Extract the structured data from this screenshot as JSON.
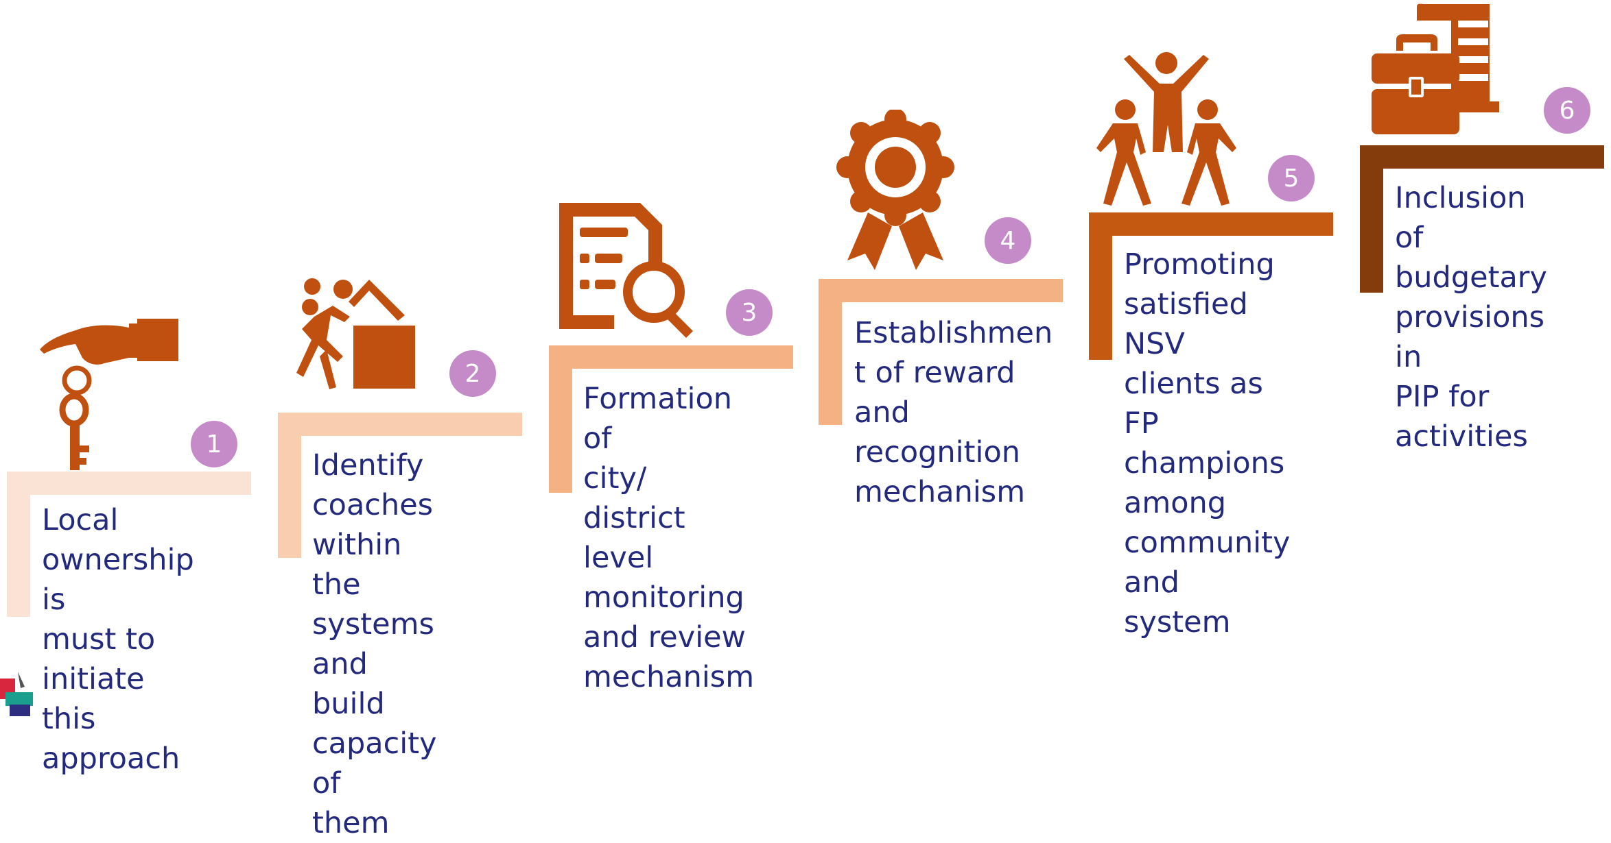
{
  "steps": [
    {
      "number": "1",
      "label": "Local\nownership is\nmust to\ninitiate this\napproach",
      "color": "#fae3d5",
      "icon": "key-hand-icon"
    },
    {
      "number": "2",
      "label": "Identify\ncoaches\nwithin the\nsystems and\nbuild\ncapacity of\nthem",
      "color": "#f8cdb0",
      "icon": "coach-climb-icon"
    },
    {
      "number": "3",
      "label": "Formation of\ncity/ district\nlevel\nmonitoring\nand review\nmechanism",
      "color": "#f4b184",
      "icon": "document-search-icon"
    },
    {
      "number": "4",
      "label": "Establishmen\nt of reward\nand\nrecognition\nmechanism",
      "color": "#f4b184",
      "icon": "award-ribbon-icon"
    },
    {
      "number": "5",
      "label": "Promoting\nsatisfied NSV\nclients as FP\nchampions\namong\ncommunity\nand system",
      "color": "#c45911",
      "icon": "champions-people-icon"
    },
    {
      "number": "6",
      "label": "Inclusion of\nbudgetary\nprovisions in\nPIP for\nactivities",
      "color": "#843c0c",
      "icon": "briefcase-document-icon"
    }
  ],
  "icon_color": "#c0500f",
  "badge_color": "#c58bc8",
  "text_color": "#232a7d"
}
